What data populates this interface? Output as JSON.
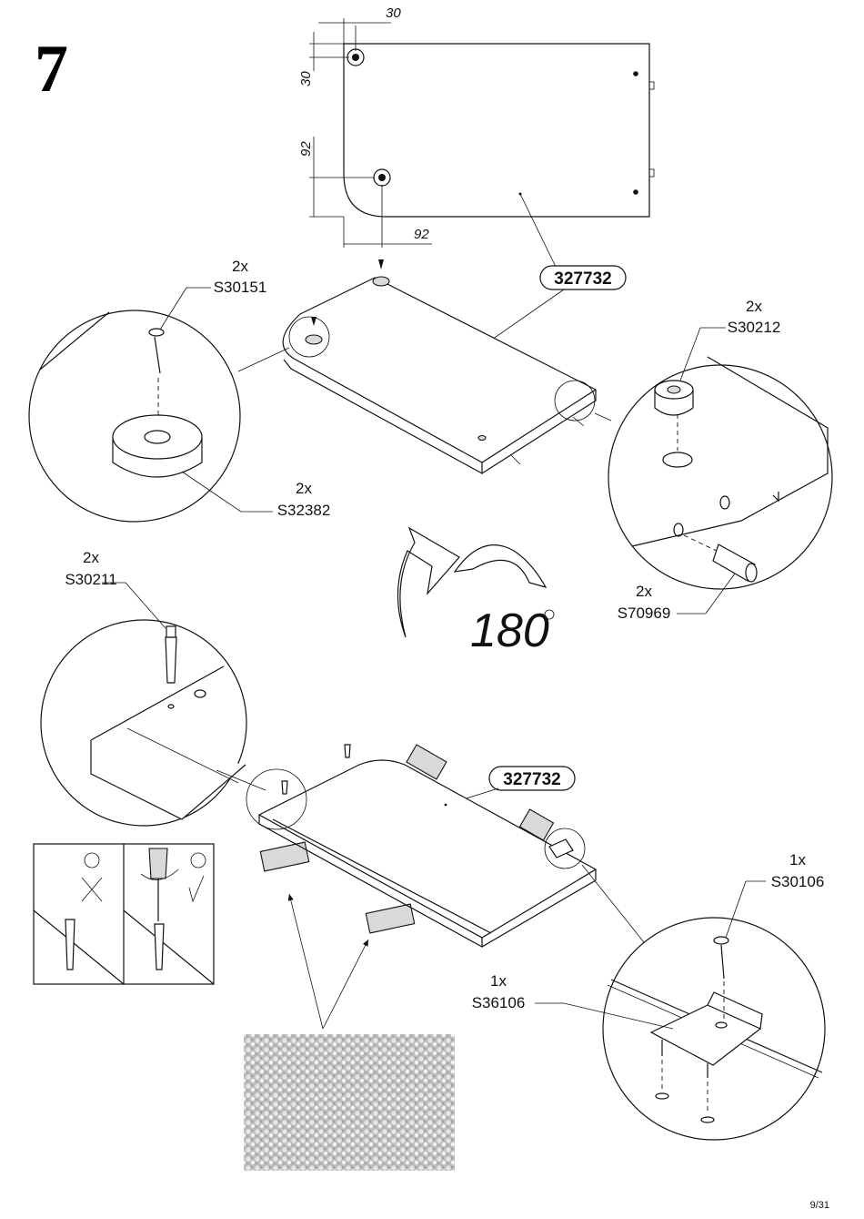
{
  "step_number": "7",
  "page_number": "9/31",
  "rotation": {
    "value": "180",
    "symbol": "°"
  },
  "panel_part_number": "327732",
  "dimensions": {
    "d1": "30",
    "d2": "30",
    "d3": "92",
    "d4": "92"
  },
  "parts": {
    "s30151": {
      "qty": "2x",
      "code": "S30151"
    },
    "s32382": {
      "qty": "2x",
      "code": "S32382"
    },
    "s30212": {
      "qty": "2x",
      "code": "S30212"
    },
    "s70969": {
      "qty": "2x",
      "code": "S70969"
    },
    "s30211": {
      "qty": "2x",
      "code": "S30211"
    },
    "s30106": {
      "qty": "1x",
      "code": "S30106"
    },
    "s36106": {
      "qty": "1x",
      "code": "S36106"
    }
  }
}
